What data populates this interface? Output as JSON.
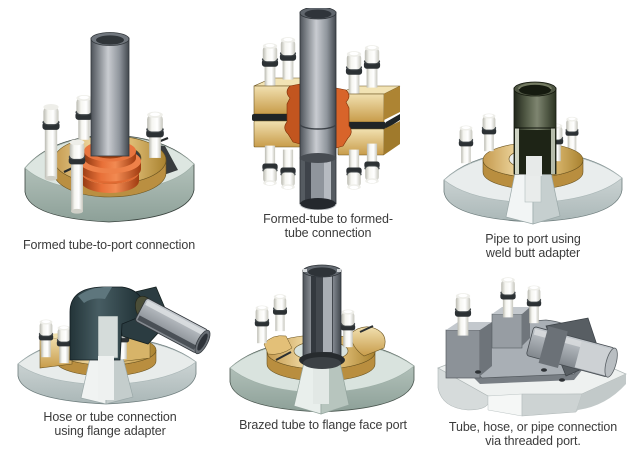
{
  "page": {
    "background": "#ffffff",
    "description_topic": "tube, pipe and hose port connection types"
  },
  "palette": {
    "base_green": "#d9e3de",
    "base_gray": "#e9eded",
    "clamp_tan": "#e0bf7a",
    "seal_orange": "#d96a32",
    "tube_gray": "#9aa0a8",
    "pipe_olive": "#39412e",
    "adapter_teal": "#3c5157",
    "steel_white": "#f2f2ee",
    "outline": "#2e3338",
    "caption_color": "#3b3b3b"
  },
  "figures": [
    {
      "id": "formed-tube-to-port",
      "caption": "Formed tube-to-port connection"
    },
    {
      "id": "formed-tube-to-formed-tube",
      "caption": "Formed-tube to formed-tube connection"
    },
    {
      "id": "pipe-to-port-weld-butt-adapter",
      "caption": "Pipe to port using weld butt adapter"
    },
    {
      "id": "hose-or-tube-flange-adapter",
      "caption": "Hose or tube connection using flange adapter"
    },
    {
      "id": "brazed-tube-flange-face-port",
      "caption": "Brazed tube to flange face port"
    },
    {
      "id": "tube-hose-pipe-threaded-port",
      "caption": "Tube, hose, or pipe connection via threaded port."
    }
  ]
}
